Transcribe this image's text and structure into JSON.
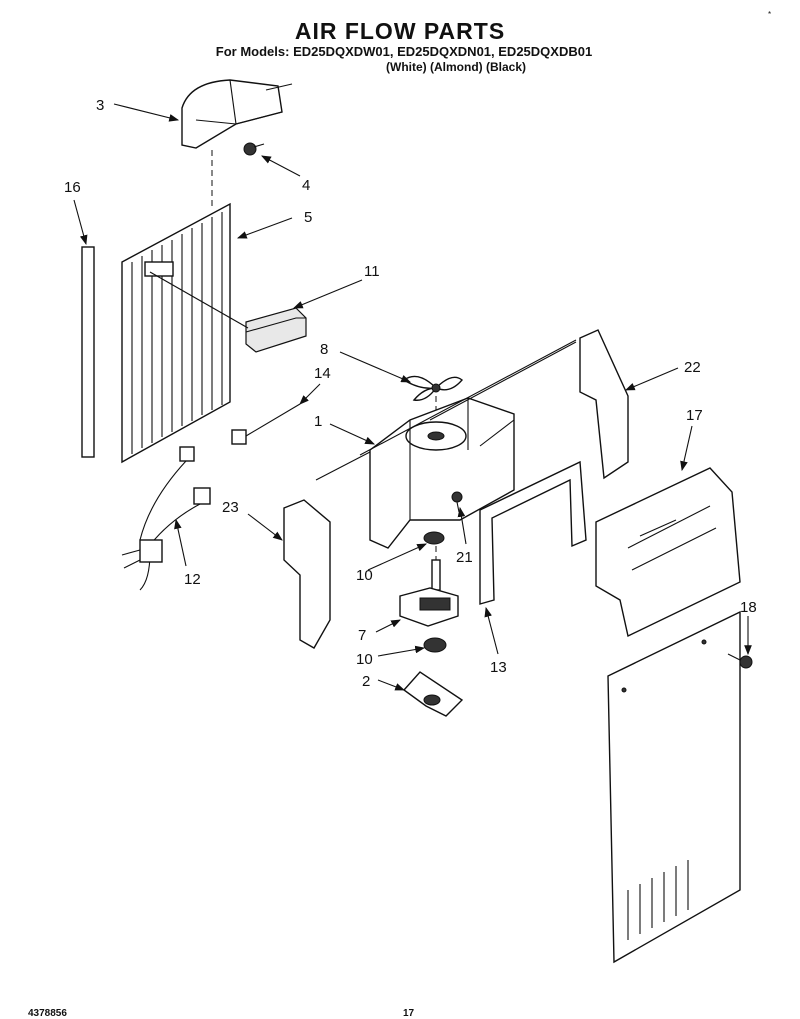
{
  "header": {
    "title": "AIR FLOW PARTS",
    "models_line": "For Models: ED25DQXDW01, ED25DQXDN01, ED25DQXDB01",
    "colors_line": "(White)    (Almond)    (Black)"
  },
  "corner_mark": "*",
  "callouts": {
    "c1": "1",
    "c2": "2",
    "c3": "3",
    "c4": "4",
    "c5": "5",
    "c7": "7",
    "c8": "8",
    "c10a": "10",
    "c10b": "10",
    "c11": "11",
    "c12": "12",
    "c13": "13",
    "c14": "14",
    "c16": "16",
    "c17": "17",
    "c18": "18",
    "c21": "21",
    "c22": "22",
    "c23": "23"
  },
  "footer": {
    "doc_number": "4378856",
    "page_number": "17"
  }
}
